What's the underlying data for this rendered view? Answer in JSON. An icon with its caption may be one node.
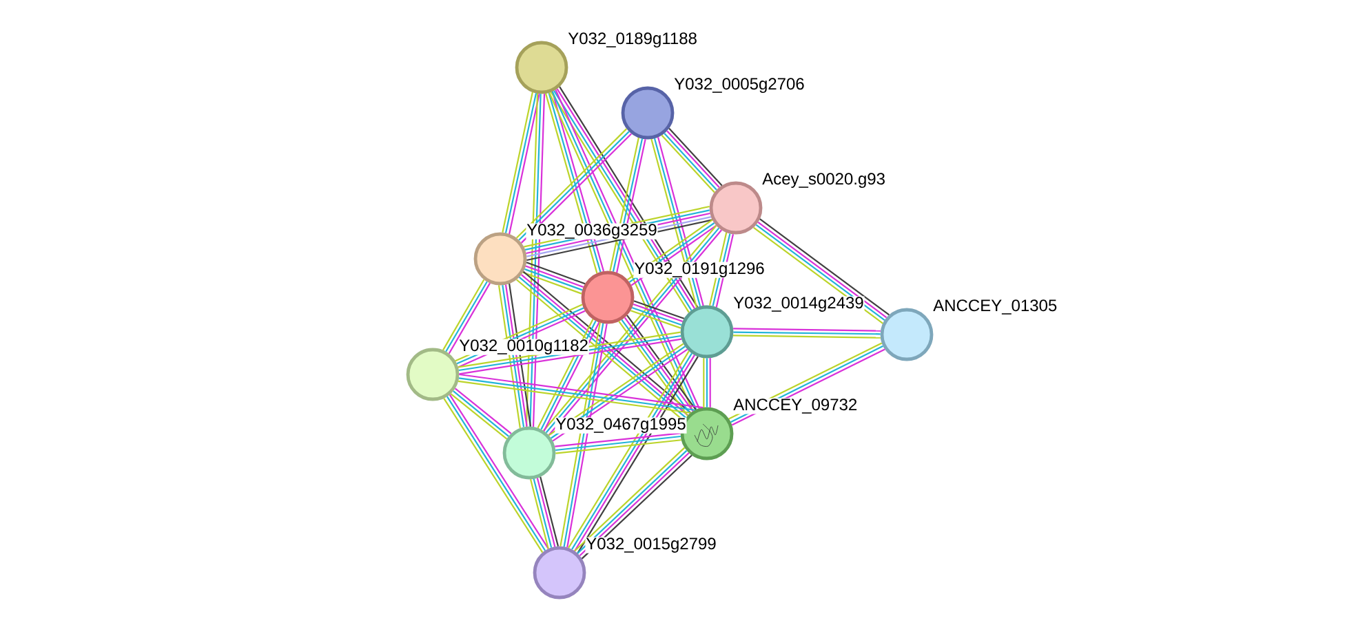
{
  "diagram": {
    "nodes": [
      {
        "text": [],
        "shape": "circle",
        "beside": [
          "Y032_0189g1188"
        ]
      },
      {
        "text": [],
        "shape": "circle",
        "beside": [
          "Y032_0005g2706"
        ]
      },
      {
        "text": [],
        "shape": "circle",
        "beside": [
          "Acey_s0020.g93"
        ]
      },
      {
        "text": [],
        "shape": "circle",
        "beside": [
          "Y032_0036g3259"
        ]
      },
      {
        "text": [],
        "shape": "circle",
        "beside": [
          "Y032_0191g1296"
        ]
      },
      {
        "text": [],
        "shape": "circle",
        "beside": [
          "Y032_0014g2439"
        ]
      },
      {
        "text": [],
        "shape": "circle",
        "beside": [
          "ANCCEY_01305"
        ]
      },
      {
        "text": [],
        "shape": "circle",
        "beside": [
          "Y032_0010g1182"
        ]
      },
      {
        "text": [],
        "shape": "circle",
        "beside": [
          "Y032_0467g1995"
        ]
      },
      {
        "text": [],
        "shape": "circle",
        "beside": [
          "ANCCEY_09732"
        ]
      },
      {
        "text": [],
        "shape": "circle",
        "beside": [
          "Y032_0015g2799"
        ]
      }
    ],
    "edges": [
      {
        "from": 0,
        "to": 3,
        "arrow": "none",
        "color": "#d930d9"
      },
      {
        "from": 0,
        "to": 3,
        "arrow": "none",
        "color": "#22b4d8"
      },
      {
        "from": 0,
        "to": 3,
        "arrow": "none",
        "color": "#bcd42a"
      },
      {
        "from": 0,
        "to": 4,
        "arrow": "none",
        "color": "#d930d9"
      },
      {
        "from": 0,
        "to": 4,
        "arrow": "none",
        "color": "#22b4d8"
      },
      {
        "from": 0,
        "to": 4,
        "arrow": "none",
        "color": "#bcd42a"
      },
      {
        "from": 0,
        "to": 5,
        "arrow": "none",
        "color": "#404040"
      },
      {
        "from": 0,
        "to": 5,
        "arrow": "none",
        "color": "#d930d9"
      },
      {
        "from": 0,
        "to": 5,
        "arrow": "none",
        "color": "#22b4d8"
      },
      {
        "from": 0,
        "to": 5,
        "arrow": "none",
        "color": "#bcd42a"
      },
      {
        "from": 0,
        "to": 8,
        "arrow": "none",
        "color": "#d930d9"
      },
      {
        "from": 0,
        "to": 8,
        "arrow": "none",
        "color": "#22b4d8"
      },
      {
        "from": 0,
        "to": 8,
        "arrow": "none",
        "color": "#bcd42a"
      },
      {
        "from": 0,
        "to": 9,
        "arrow": "none",
        "color": "#d930d9"
      },
      {
        "from": 0,
        "to": 9,
        "arrow": "none",
        "color": "#22b4d8"
      },
      {
        "from": 0,
        "to": 9,
        "arrow": "none",
        "color": "#bcd42a"
      },
      {
        "from": 1,
        "to": 2,
        "arrow": "none",
        "color": "#404040"
      },
      {
        "from": 1,
        "to": 2,
        "arrow": "none",
        "color": "#d930d9"
      },
      {
        "from": 1,
        "to": 2,
        "arrow": "none",
        "color": "#22b4d8"
      },
      {
        "from": 1,
        "to": 2,
        "arrow": "none",
        "color": "#bcd42a"
      },
      {
        "from": 1,
        "to": 3,
        "arrow": "none",
        "color": "#d930d9"
      },
      {
        "from": 1,
        "to": 3,
        "arrow": "none",
        "color": "#22b4d8"
      },
      {
        "from": 1,
        "to": 3,
        "arrow": "none",
        "color": "#bcd42a"
      },
      {
        "from": 1,
        "to": 4,
        "arrow": "none",
        "color": "#d930d9"
      },
      {
        "from": 1,
        "to": 4,
        "arrow": "none",
        "color": "#22b4d8"
      },
      {
        "from": 1,
        "to": 4,
        "arrow": "none",
        "color": "#bcd42a"
      },
      {
        "from": 1,
        "to": 5,
        "arrow": "none",
        "color": "#d930d9"
      },
      {
        "from": 1,
        "to": 5,
        "arrow": "none",
        "color": "#22b4d8"
      },
      {
        "from": 1,
        "to": 5,
        "arrow": "none",
        "color": "#bcd42a"
      },
      {
        "from": 2,
        "to": 3,
        "arrow": "none",
        "color": "#404040"
      },
      {
        "from": 2,
        "to": 3,
        "arrow": "none",
        "color": "#a6a6f2"
      },
      {
        "from": 2,
        "to": 3,
        "arrow": "none",
        "color": "#d930d9"
      },
      {
        "from": 2,
        "to": 3,
        "arrow": "none",
        "color": "#22b4d8"
      },
      {
        "from": 2,
        "to": 3,
        "arrow": "none",
        "color": "#bcd42a"
      },
      {
        "from": 2,
        "to": 4,
        "arrow": "none",
        "color": "#d930d9"
      },
      {
        "from": 2,
        "to": 4,
        "arrow": "none",
        "color": "#22b4d8"
      },
      {
        "from": 2,
        "to": 4,
        "arrow": "none",
        "color": "#bcd42a"
      },
      {
        "from": 2,
        "to": 5,
        "arrow": "none",
        "color": "#d930d9"
      },
      {
        "from": 2,
        "to": 5,
        "arrow": "none",
        "color": "#22b4d8"
      },
      {
        "from": 2,
        "to": 5,
        "arrow": "none",
        "color": "#bcd42a"
      },
      {
        "from": 2,
        "to": 6,
        "arrow": "none",
        "color": "#404040"
      },
      {
        "from": 2,
        "to": 6,
        "arrow": "none",
        "color": "#d930d9"
      },
      {
        "from": 2,
        "to": 6,
        "arrow": "none",
        "color": "#22b4d8"
      },
      {
        "from": 2,
        "to": 6,
        "arrow": "none",
        "color": "#bcd42a"
      },
      {
        "from": 2,
        "to": 8,
        "arrow": "none",
        "color": "#d930d9"
      },
      {
        "from": 2,
        "to": 8,
        "arrow": "none",
        "color": "#22b4d8"
      },
      {
        "from": 2,
        "to": 8,
        "arrow": "none",
        "color": "#bcd42a"
      },
      {
        "from": 3,
        "to": 4,
        "arrow": "none",
        "color": "#404040"
      },
      {
        "from": 3,
        "to": 4,
        "arrow": "none",
        "color": "#d930d9"
      },
      {
        "from": 3,
        "to": 4,
        "arrow": "none",
        "color": "#22b4d8"
      },
      {
        "from": 3,
        "to": 4,
        "arrow": "none",
        "color": "#bcd42a"
      },
      {
        "from": 3,
        "to": 7,
        "arrow": "none",
        "color": "#d930d9"
      },
      {
        "from": 3,
        "to": 7,
        "arrow": "none",
        "color": "#22b4d8"
      },
      {
        "from": 3,
        "to": 7,
        "arrow": "none",
        "color": "#bcd42a"
      },
      {
        "from": 3,
        "to": 8,
        "arrow": "none",
        "color": "#404040"
      },
      {
        "from": 3,
        "to": 8,
        "arrow": "none",
        "color": "#d930d9"
      },
      {
        "from": 3,
        "to": 8,
        "arrow": "none",
        "color": "#22b4d8"
      },
      {
        "from": 3,
        "to": 8,
        "arrow": "none",
        "color": "#bcd42a"
      },
      {
        "from": 3,
        "to": 9,
        "arrow": "none",
        "color": "#404040"
      },
      {
        "from": 3,
        "to": 9,
        "arrow": "none",
        "color": "#d930d9"
      },
      {
        "from": 3,
        "to": 9,
        "arrow": "none",
        "color": "#22b4d8"
      },
      {
        "from": 3,
        "to": 9,
        "arrow": "none",
        "color": "#bcd42a"
      },
      {
        "from": 4,
        "to": 5,
        "arrow": "none",
        "color": "#404040"
      },
      {
        "from": 4,
        "to": 5,
        "arrow": "none",
        "color": "#d930d9"
      },
      {
        "from": 4,
        "to": 5,
        "arrow": "none",
        "color": "#22b4d8"
      },
      {
        "from": 4,
        "to": 5,
        "arrow": "none",
        "color": "#bcd42a"
      },
      {
        "from": 4,
        "to": 7,
        "arrow": "none",
        "color": "#d930d9"
      },
      {
        "from": 4,
        "to": 7,
        "arrow": "none",
        "color": "#22b4d8"
      },
      {
        "from": 4,
        "to": 7,
        "arrow": "none",
        "color": "#bcd42a"
      },
      {
        "from": 4,
        "to": 8,
        "arrow": "none",
        "color": "#d930d9"
      },
      {
        "from": 4,
        "to": 8,
        "arrow": "none",
        "color": "#22b4d8"
      },
      {
        "from": 4,
        "to": 8,
        "arrow": "none",
        "color": "#bcd42a"
      },
      {
        "from": 4,
        "to": 9,
        "arrow": "none",
        "color": "#404040"
      },
      {
        "from": 4,
        "to": 9,
        "arrow": "none",
        "color": "#d930d9"
      },
      {
        "from": 4,
        "to": 9,
        "arrow": "none",
        "color": "#22b4d8"
      },
      {
        "from": 4,
        "to": 9,
        "arrow": "none",
        "color": "#bcd42a"
      },
      {
        "from": 4,
        "to": 10,
        "arrow": "none",
        "color": "#d930d9"
      },
      {
        "from": 4,
        "to": 10,
        "arrow": "none",
        "color": "#22b4d8"
      },
      {
        "from": 4,
        "to": 10,
        "arrow": "none",
        "color": "#bcd42a"
      },
      {
        "from": 5,
        "to": 6,
        "arrow": "none",
        "color": "#d930d9"
      },
      {
        "from": 5,
        "to": 6,
        "arrow": "none",
        "color": "#22b4d8"
      },
      {
        "from": 5,
        "to": 6,
        "arrow": "none",
        "color": "#bcd42a"
      },
      {
        "from": 5,
        "to": 7,
        "arrow": "none",
        "color": "#d930d9"
      },
      {
        "from": 5,
        "to": 7,
        "arrow": "none",
        "color": "#22b4d8"
      },
      {
        "from": 5,
        "to": 7,
        "arrow": "none",
        "color": "#bcd42a"
      },
      {
        "from": 5,
        "to": 8,
        "arrow": "none",
        "color": "#d930d9"
      },
      {
        "from": 5,
        "to": 8,
        "arrow": "none",
        "color": "#22b4d8"
      },
      {
        "from": 5,
        "to": 8,
        "arrow": "none",
        "color": "#bcd42a"
      },
      {
        "from": 5,
        "to": 9,
        "arrow": "none",
        "color": "#d930d9"
      },
      {
        "from": 5,
        "to": 9,
        "arrow": "none",
        "color": "#22b4d8"
      },
      {
        "from": 5,
        "to": 9,
        "arrow": "none",
        "color": "#bcd42a"
      },
      {
        "from": 5,
        "to": 10,
        "arrow": "none",
        "color": "#404040"
      },
      {
        "from": 5,
        "to": 10,
        "arrow": "none",
        "color": "#d930d9"
      },
      {
        "from": 5,
        "to": 10,
        "arrow": "none",
        "color": "#22b4d8"
      },
      {
        "from": 5,
        "to": 10,
        "arrow": "none",
        "color": "#bcd42a"
      },
      {
        "from": 6,
        "to": 9,
        "arrow": "none",
        "color": "#d930d9"
      },
      {
        "from": 6,
        "to": 9,
        "arrow": "none",
        "color": "#22b4d8"
      },
      {
        "from": 6,
        "to": 9,
        "arrow": "none",
        "color": "#bcd42a"
      },
      {
        "from": 7,
        "to": 8,
        "arrow": "none",
        "color": "#d930d9"
      },
      {
        "from": 7,
        "to": 8,
        "arrow": "none",
        "color": "#22b4d8"
      },
      {
        "from": 7,
        "to": 8,
        "arrow": "none",
        "color": "#bcd42a"
      },
      {
        "from": 7,
        "to": 9,
        "arrow": "none",
        "color": "#d930d9"
      },
      {
        "from": 7,
        "to": 9,
        "arrow": "none",
        "color": "#22b4d8"
      },
      {
        "from": 7,
        "to": 9,
        "arrow": "none",
        "color": "#bcd42a"
      },
      {
        "from": 7,
        "to": 10,
        "arrow": "none",
        "color": "#d930d9"
      },
      {
        "from": 7,
        "to": 10,
        "arrow": "none",
        "color": "#22b4d8"
      },
      {
        "from": 7,
        "to": 10,
        "arrow": "none",
        "color": "#bcd42a"
      },
      {
        "from": 8,
        "to": 9,
        "arrow": "none",
        "color": "#d930d9"
      },
      {
        "from": 8,
        "to": 9,
        "arrow": "none",
        "color": "#22b4d8"
      },
      {
        "from": 8,
        "to": 9,
        "arrow": "none",
        "color": "#bcd42a"
      },
      {
        "from": 8,
        "to": 10,
        "arrow": "none",
        "color": "#404040"
      },
      {
        "from": 8,
        "to": 10,
        "arrow": "none",
        "color": "#d930d9"
      },
      {
        "from": 8,
        "to": 10,
        "arrow": "none",
        "color": "#22b4d8"
      },
      {
        "from": 8,
        "to": 10,
        "arrow": "none",
        "color": "#bcd42a"
      },
      {
        "from": 9,
        "to": 10,
        "arrow": "none",
        "color": "#404040"
      },
      {
        "from": 9,
        "to": 10,
        "arrow": "none",
        "color": "#d930d9"
      },
      {
        "from": 9,
        "to": 10,
        "arrow": "none",
        "color": "#22b4d8"
      },
      {
        "from": 9,
        "to": 10,
        "arrow": "none",
        "color": "#bcd42a"
      }
    ]
  }
}
